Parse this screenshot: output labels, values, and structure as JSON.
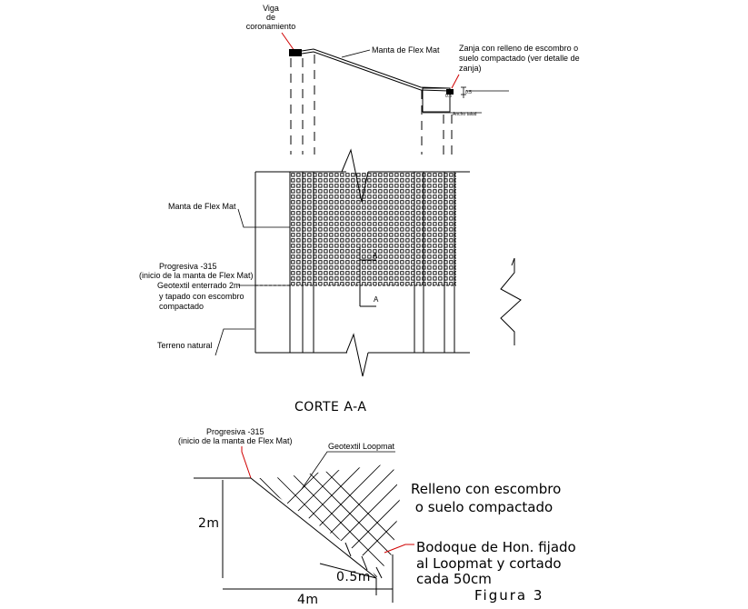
{
  "top_section": {
    "viga_label": [
      "Viga",
      "de",
      "coronamiento"
    ],
    "manta_label": "Manta de Flex Mat",
    "zanja_label": [
      "Zanja con relleno de escombro o",
      "suelo compactado (ver detalle de",
      "zanja)"
    ],
    "dim_small_1": "0.5",
    "dim_small_2": "0.5",
    "dim_width": "Ancho talud"
  },
  "plan_section": {
    "manta_label": "Manta de Flex Mat",
    "progresiva_label": [
      "Progresiva -315",
      "(inicio de la manta de Flex Mat)",
      "Geotextil enterrado 2m",
      "y tapado con escombro",
      "compactado"
    ],
    "terreno_label": "Terreno natural",
    "section_marker_top": "A",
    "section_marker_bottom": "A"
  },
  "corte_title": "CORTE A-A",
  "bottom_section": {
    "progresiva_label": [
      "Progresiva -315",
      "(inicio de la manta de Flex Mat)"
    ],
    "geotextil_label": "Geotextil Loopmat",
    "relleno_label": [
      "Relleno con escombro",
      " o suelo compactado"
    ],
    "bodoque_label": [
      "Bodoque de Hon. fijado",
      "al Loopmat y cortado",
      "cada 50cm"
    ],
    "dim_2m": "2m",
    "dim_05m": "0.5m",
    "dim_4m": "4m",
    "figure_label": "Figura 3"
  }
}
